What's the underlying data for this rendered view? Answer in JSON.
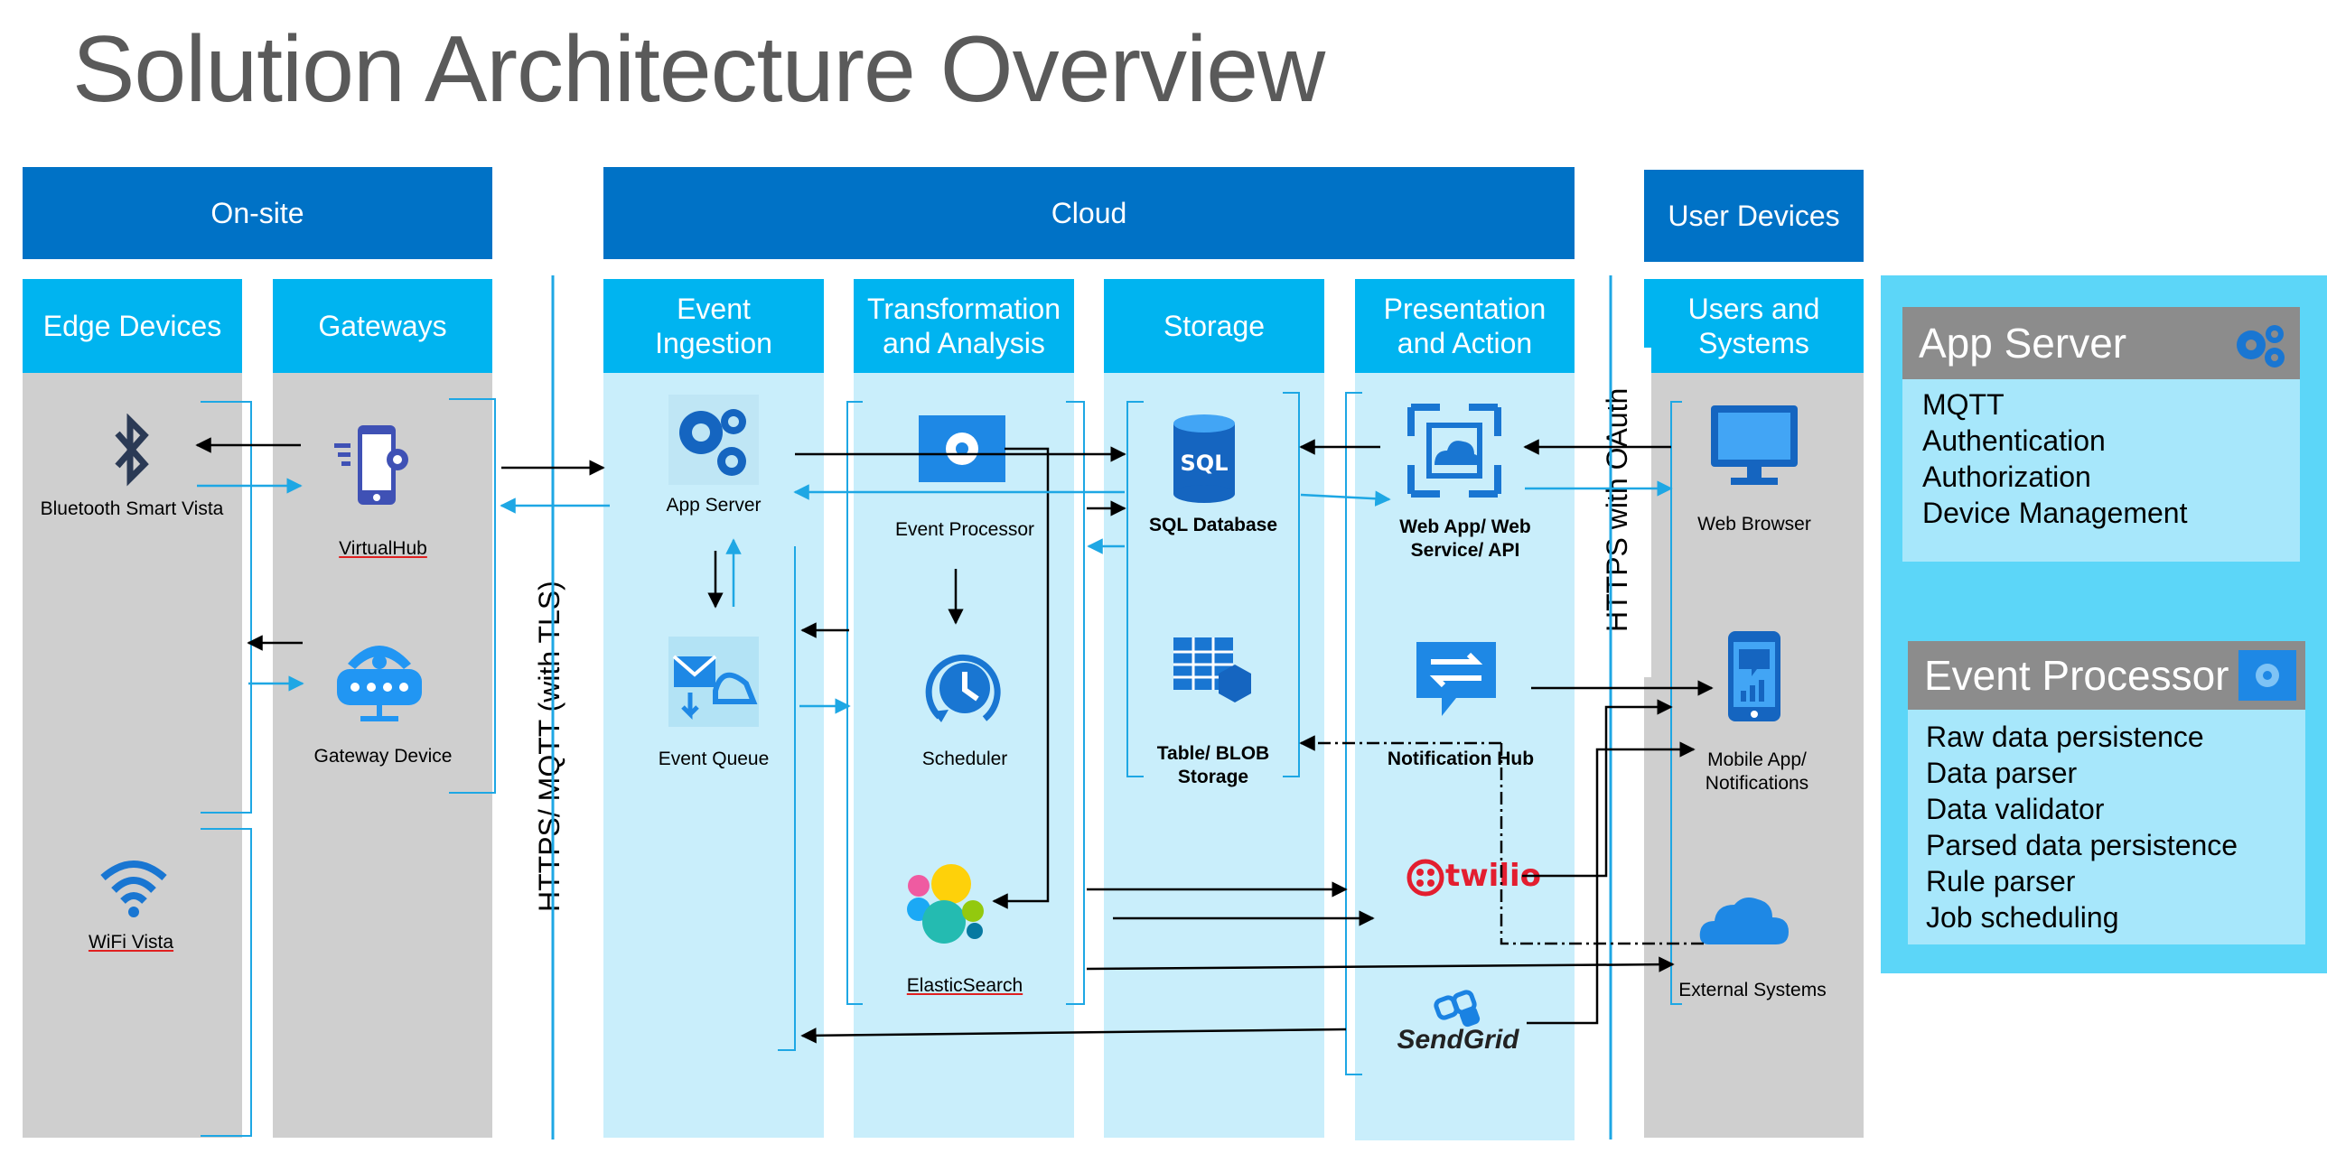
{
  "title": "Solution Architecture Overview",
  "sections": {
    "onsite": "On-site",
    "cloud": "Cloud",
    "user_devices": "User Devices"
  },
  "columns": {
    "edge_devices": "Edge Devices",
    "gateways": "Gateways",
    "event_ingestion": "Event Ingestion",
    "transformation": "Transformation and Analysis",
    "storage": "Storage",
    "presentation": "Presentation and Action",
    "users_systems": "Users and Systems"
  },
  "nodes": {
    "bluetooth": "Bluetooth Smart Vista",
    "virtualhub": "VirtualHub",
    "gateway_device": "Gateway Device",
    "wifi": "WiFi Vista",
    "app_server": "App Server",
    "event_queue": "Event Queue",
    "event_processor": "Event Processor",
    "scheduler": "Scheduler",
    "elasticsearch": "ElasticSearch",
    "sql_database": "SQL Database",
    "table_blob": "Table/ BLOB Storage",
    "web_app": "Web App/ Web Service/ API",
    "notification_hub": "Notification Hub",
    "twilio": "twilio",
    "sendgrid": "SendGrid",
    "web_browser": "Web Browser",
    "mobile_app": "Mobile App/ Notifications",
    "external_systems": "External Systems"
  },
  "protocols": {
    "https_mqtt": "HTTPS/ MQTT (with TLS)",
    "https_oauth": "HTTPS with OAuth"
  },
  "legend": {
    "app_server": {
      "title": "App Server",
      "items": [
        "MQTT",
        "Authentication",
        "Authorization",
        "Device Management"
      ]
    },
    "event_processor": {
      "title": "Event Processor",
      "items": [
        "Raw data persistence",
        "Data parser",
        "Data validator",
        "Parsed data persistence",
        "Rule parser",
        "Job scheduling"
      ]
    }
  },
  "colors": {
    "section_header": "#0072c6",
    "column_header": "#00b4f0",
    "gray_lane": "#cfcfcf",
    "cloud_lane": "#c9eefb",
    "icon_blue": "#1e88e5",
    "legend_bg": "#5cd6f8"
  }
}
